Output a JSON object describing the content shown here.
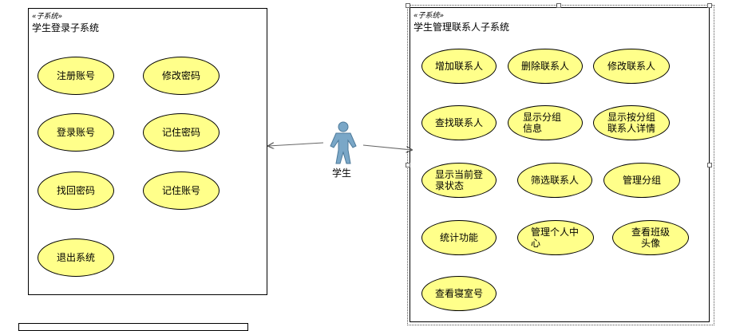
{
  "login_subsystem": {
    "stereotype": "«子系统»",
    "title": "学生登录子系统",
    "use_cases": [
      "注册账号",
      "修改密码",
      "登录账号",
      "记住密码",
      "找回密码",
      "记住账号",
      "退出系统"
    ]
  },
  "contact_subsystem": {
    "stereotype": "«子系统»",
    "title": "学生管理联系人子系统",
    "use_cases": [
      "增加联系人",
      "删除联系人",
      "修改联系人",
      "查找联系人",
      "显示分组信息",
      "显示按分组联系人详情",
      "显示当前登录状态",
      "筛选联系人",
      "管理分组",
      "统计功能",
      "管理个人中心",
      "查看班级头像",
      "查看寝室号"
    ]
  },
  "actor": {
    "label": "学生"
  },
  "colors": {
    "use_case_fill": "#ffff8a",
    "actor_fill": "#7aa7c7"
  }
}
